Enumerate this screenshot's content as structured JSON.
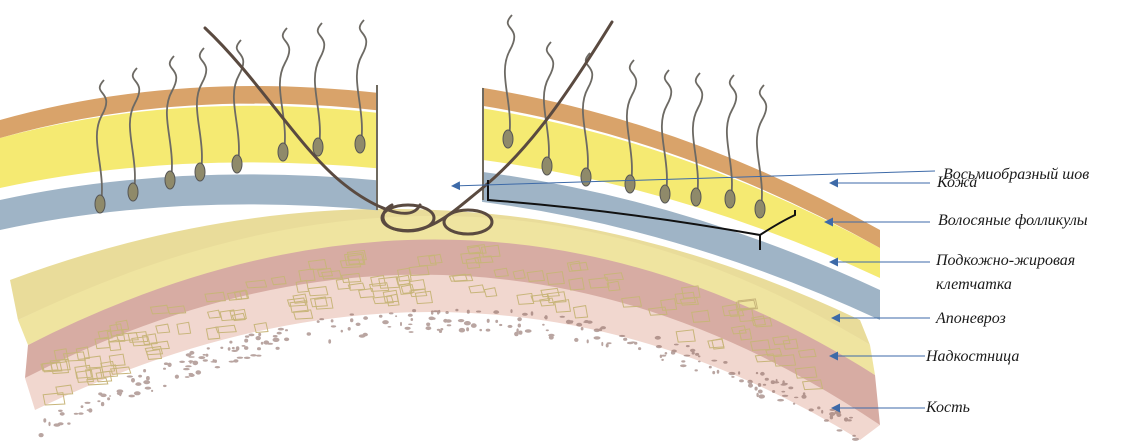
{
  "labels": {
    "suture": "Восьмиобразный шов",
    "skin": "Кожа",
    "follicles": "Волосяные фолликулы",
    "subcutaneous_line1": "Подкожно-жировая",
    "subcutaneous_line2": "клетчатка",
    "aponeurosis": "Апоневроз",
    "periosteum": "Надкостница",
    "bone": "Кость"
  },
  "colors": {
    "skin": "#d9a36a",
    "follicle_layer": "#f5ea72",
    "blue_band": "#9fb4c6",
    "fat": "#e9dc9a",
    "periosteum": "#d7aca3",
    "bone": "#f1d7cf",
    "suture_thread": "#5a4a40",
    "pointer_arrow": "#3d6aa8"
  }
}
